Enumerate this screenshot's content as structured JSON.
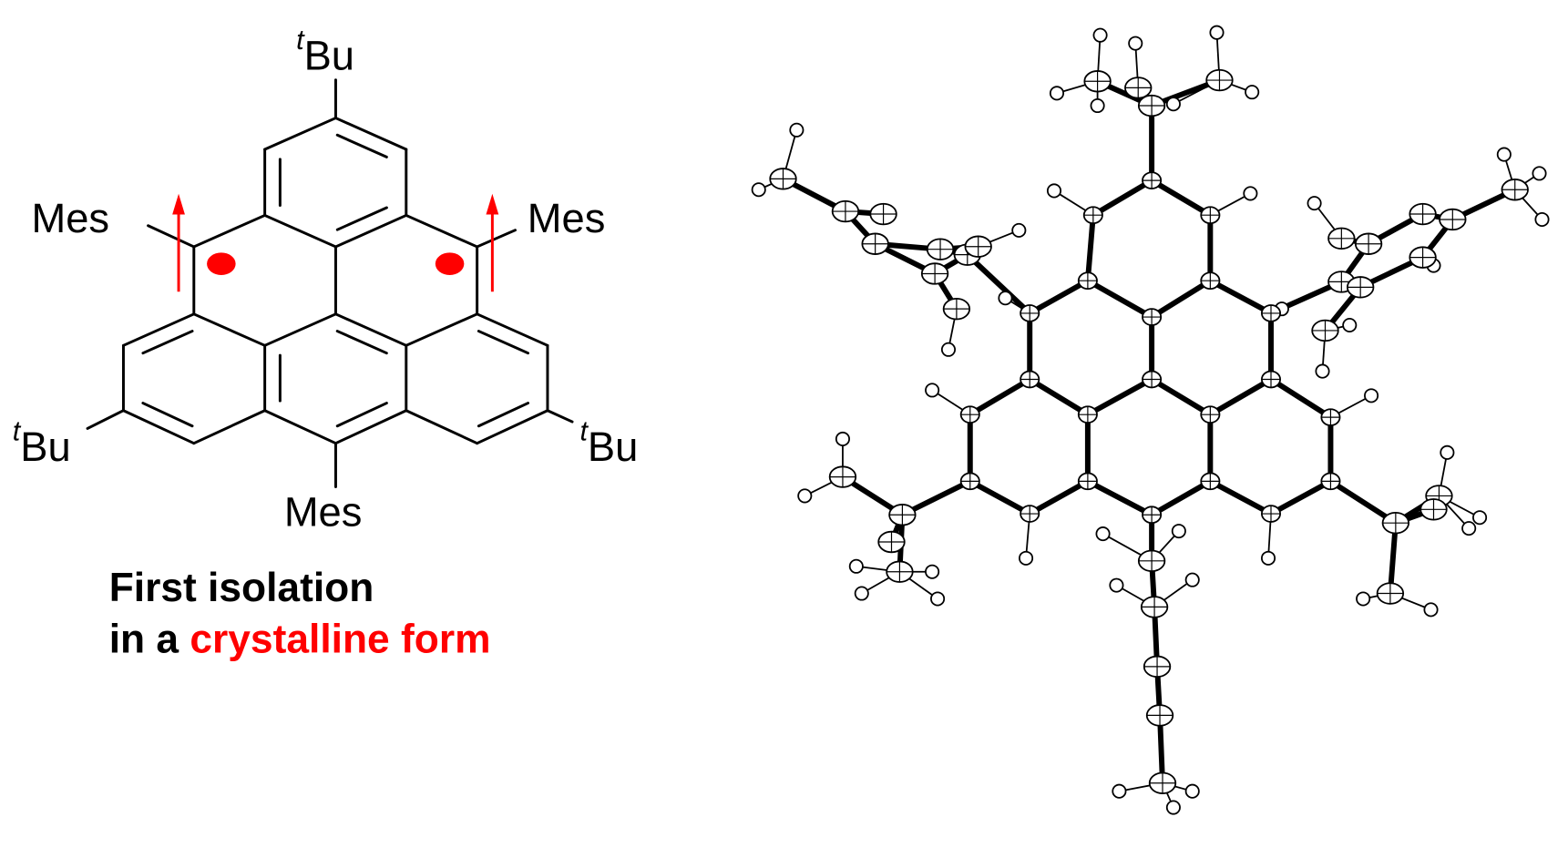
{
  "structure": {
    "substituents": {
      "top": {
        "prefix": "t",
        "name": "Bu"
      },
      "bottom_left": {
        "prefix": "t",
        "name": "Bu"
      },
      "bottom_right": {
        "prefix": "t",
        "name": "Bu"
      },
      "left": "Mes",
      "right": "Mes",
      "bottom": "Mes"
    },
    "radical_color": "#ff0000"
  },
  "caption": {
    "line1": "First isolation",
    "line2_prefix": "in a ",
    "line2_highlight": "crystalline form",
    "highlight_color": "#ff0000"
  }
}
